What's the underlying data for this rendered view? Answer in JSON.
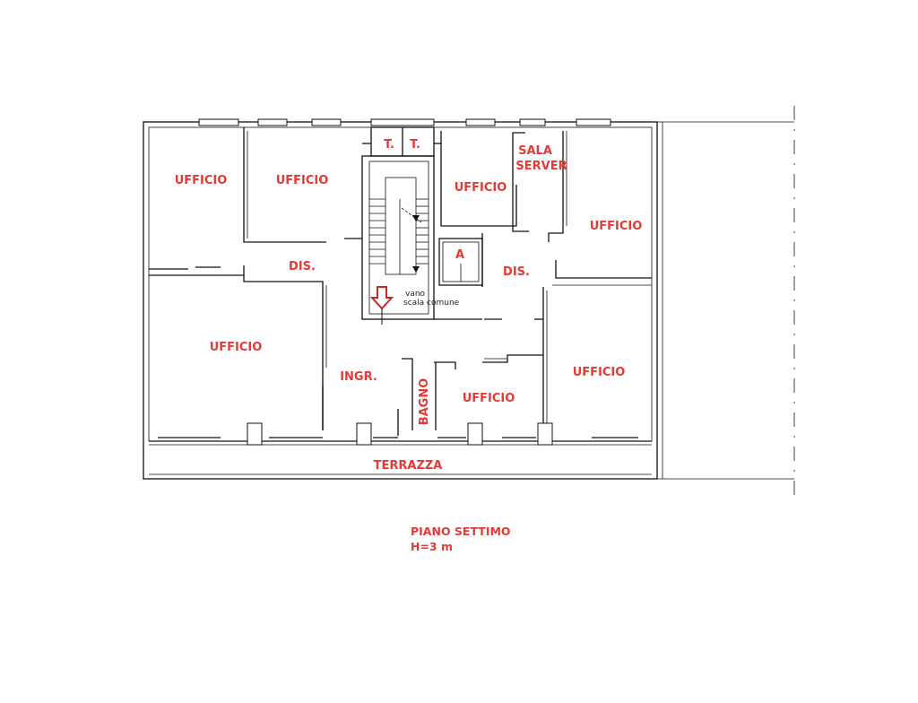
{
  "rooms": {
    "ufficio_top_left": "UFFICIO",
    "ufficio_top_mid": "UFFICIO",
    "ufficio_top_right_small": "UFFICIO",
    "sala_server_line1": "SALA",
    "sala_server_line2": "SERVER",
    "ufficio_right_top": "UFFICIO",
    "toilet_1": "T.",
    "toilet_2": "T.",
    "dis_left": "DIS.",
    "dis_right": "DIS.",
    "lift": "A",
    "ufficio_left_big": "UFFICIO",
    "ingresso": "INGR.",
    "bagno": "BAGNO",
    "ufficio_bottom_mid": "UFFICIO",
    "ufficio_right_bottom": "UFFICIO",
    "terrazza": "TERRAZZA"
  },
  "stair_note": {
    "line1": "vano",
    "line2": "scala comune"
  },
  "caption": {
    "floor": "PIANO SETTIMO",
    "height": "H=3 m"
  },
  "colors": {
    "label": "#e53935",
    "walls": "#111111",
    "entrance_arrow": "#c62828"
  },
  "icons": {
    "entrance": "down-arrow-icon"
  }
}
